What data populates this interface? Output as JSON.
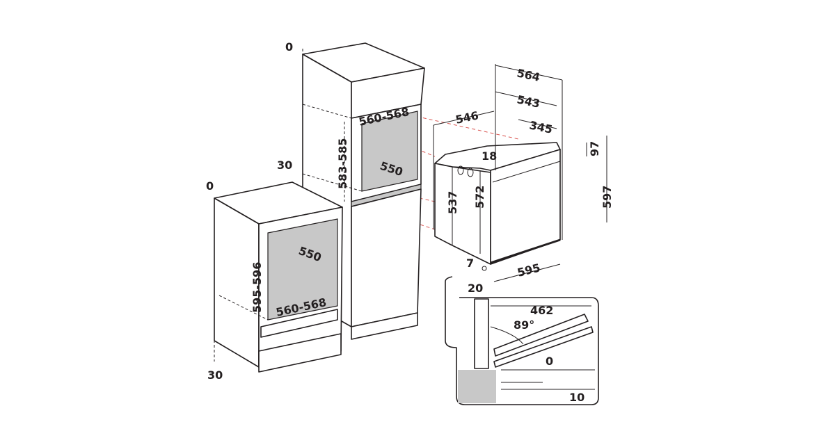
{
  "diagram": {
    "title": "Built-in oven installation dimensions",
    "colors": {
      "line": "#231f20",
      "cavity": "#c8c8c8",
      "alignment": "#d9534f"
    },
    "tall_cabinet": {
      "top_gap": "0",
      "niche_width": "560-568",
      "niche_height": "583-585",
      "niche_depth": "550",
      "side_offset": "30"
    },
    "under_counter_cabinet": {
      "top_gap": "0",
      "niche_depth": "550",
      "niche_height": "595-596",
      "niche_width": "560-568",
      "bottom_offset": "30"
    },
    "oven": {
      "depth_total": "564",
      "depth_body": "543",
      "depth_top": "345",
      "depth_side": "546",
      "top_offset": "18",
      "side_height": "537",
      "body_height": "572",
      "front_height": "597",
      "top_panel": "97",
      "width": "595",
      "bottom_gap": "7",
      "front_thickness": "20"
    },
    "door_detail": {
      "door_depth": "462",
      "opening_angle": "89°",
      "gap_top": "0",
      "gap_bottom": "10"
    }
  }
}
